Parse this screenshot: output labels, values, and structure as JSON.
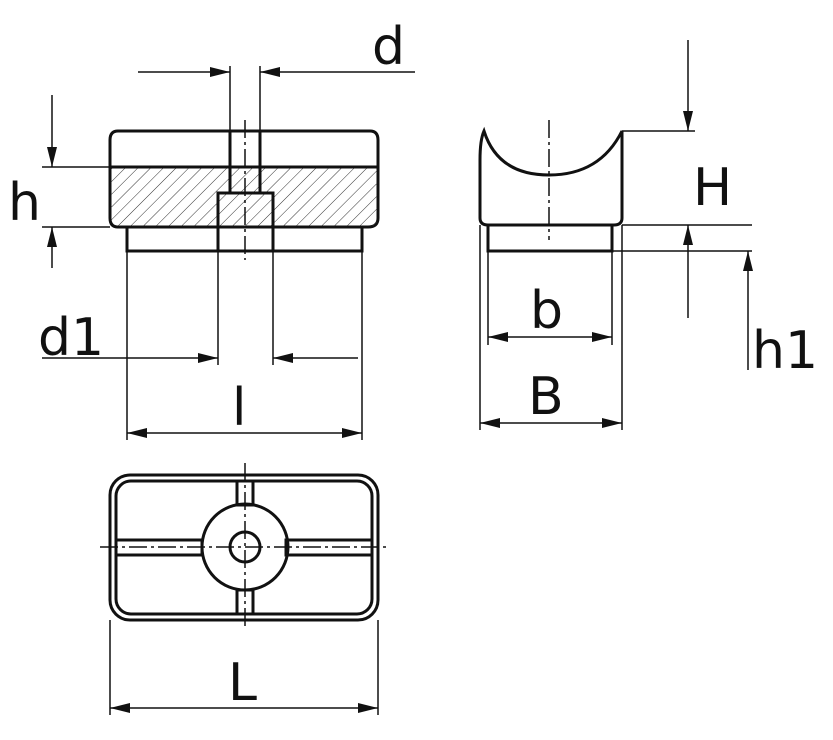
{
  "labels": {
    "d": "d",
    "h": "h",
    "d1": "d1",
    "l": "l",
    "H": "H",
    "h1": "h1",
    "b": "b",
    "B": "B",
    "L": "L"
  }
}
